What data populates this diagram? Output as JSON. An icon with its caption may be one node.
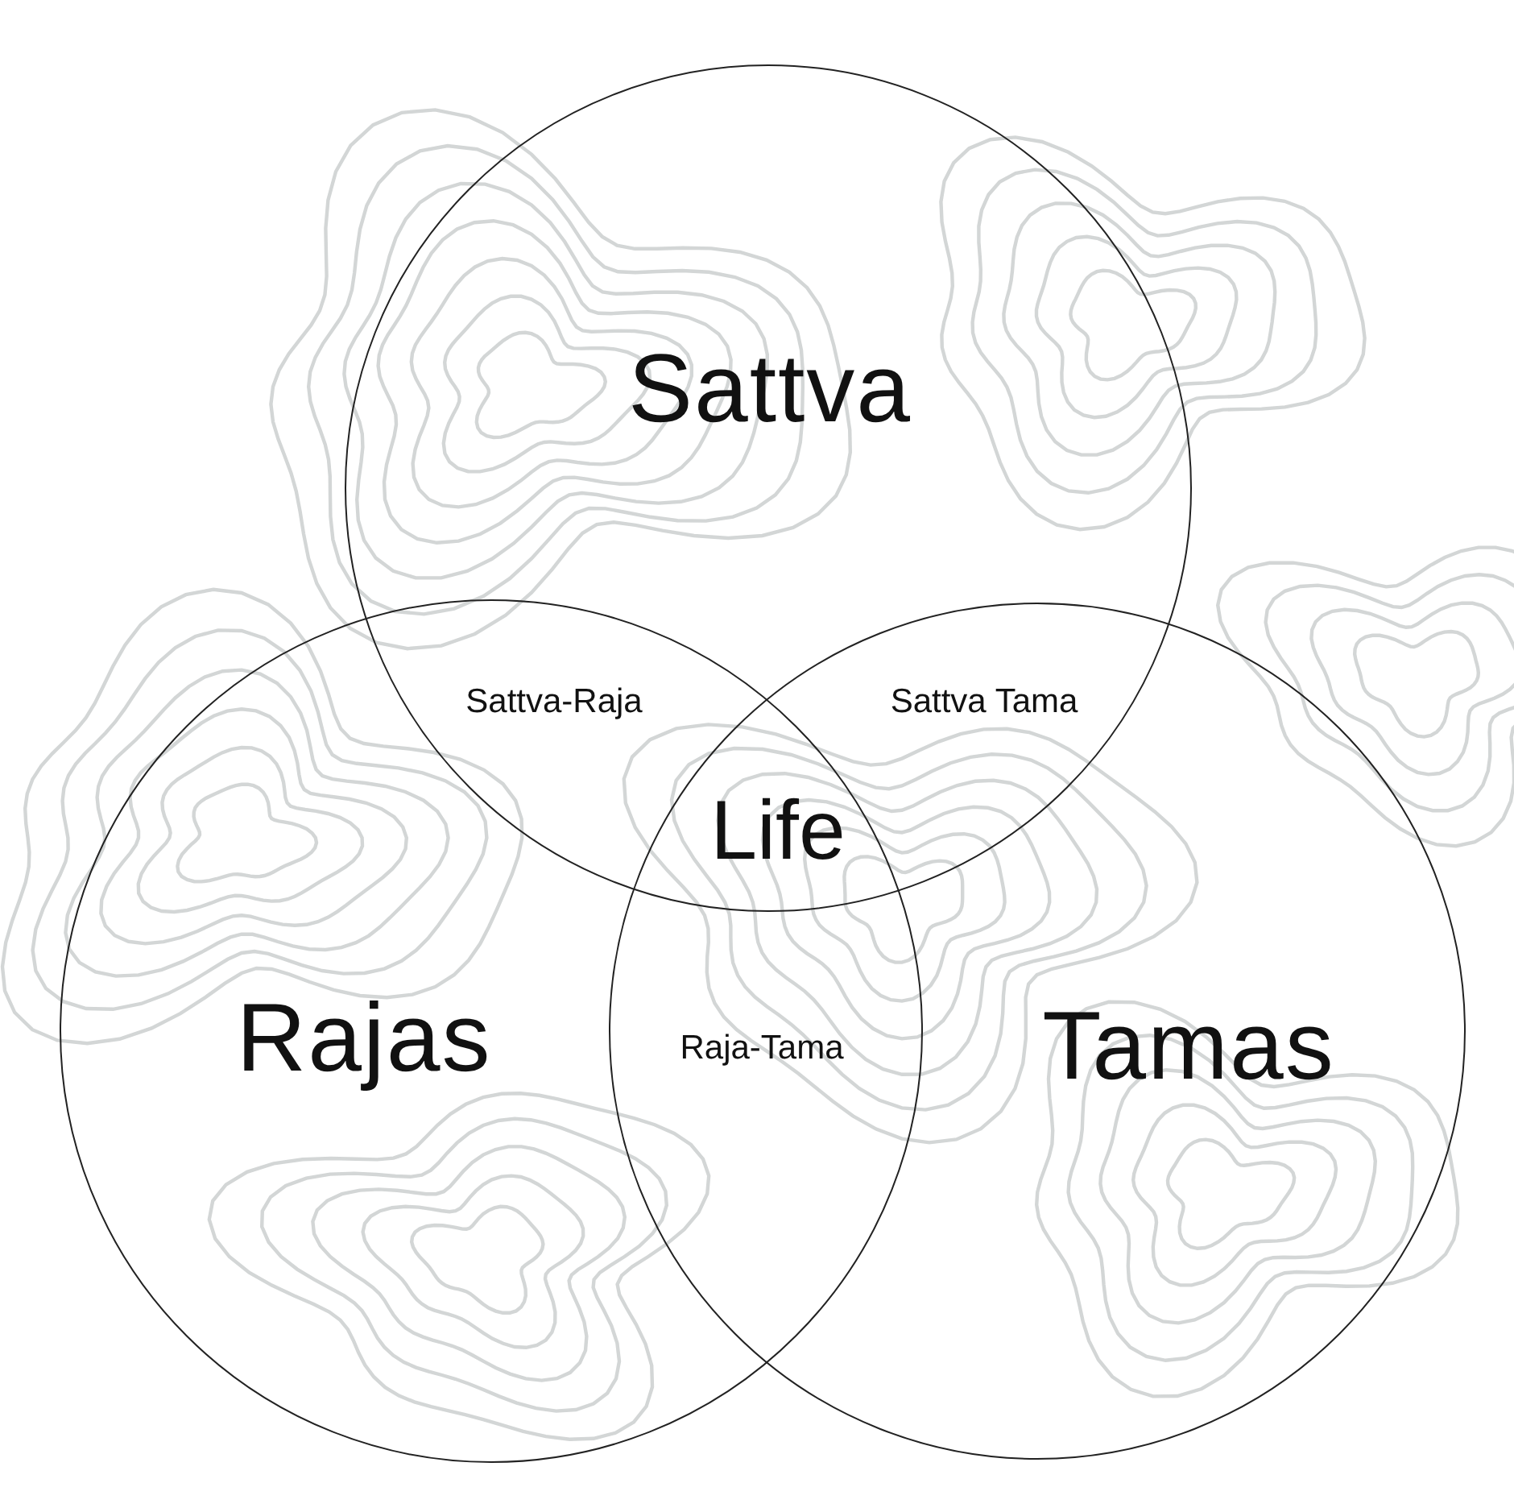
{
  "diagram": {
    "nodes": [
      {
        "text": [
          "Sattva"
        ]
      },
      {
        "text": [
          "Rajas"
        ]
      },
      {
        "text": [
          "Tamas"
        ]
      }
    ],
    "labels": [
      "Sattva-Raja",
      "Sattva Tama",
      "Life",
      "Raja-Tama"
    ]
  }
}
